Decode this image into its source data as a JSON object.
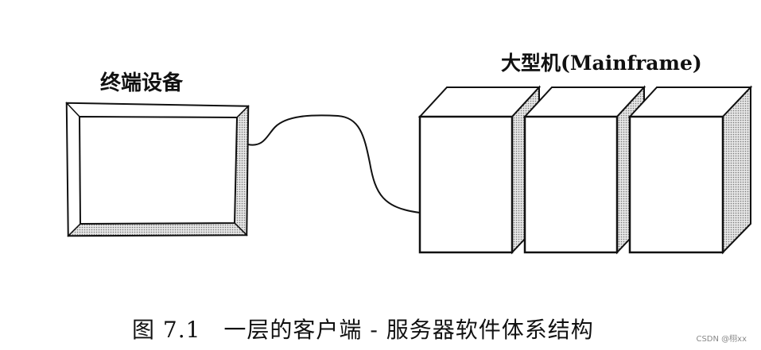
{
  "diagram": {
    "terminal_label": "终端设备",
    "mainframe_label": "大型机(Mainframe)",
    "caption": "图 7.1　一层的客户端 - 服务器软件体系结构",
    "watermark": "CSDN @栩xx"
  }
}
